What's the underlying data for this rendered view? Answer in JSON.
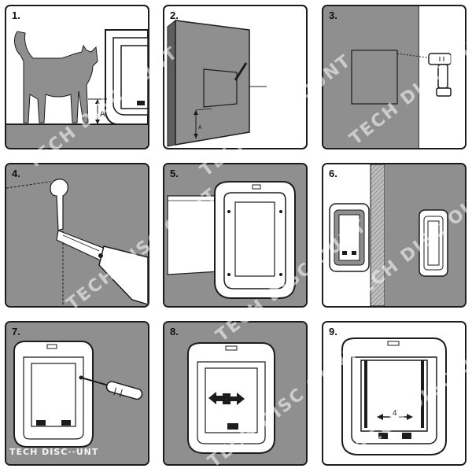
{
  "steps": [
    {
      "number": "1."
    },
    {
      "number": "2."
    },
    {
      "number": "3."
    },
    {
      "number": "4."
    },
    {
      "number": "5."
    },
    {
      "number": "6."
    },
    {
      "number": "7."
    },
    {
      "number": "8."
    },
    {
      "number": "9."
    }
  ],
  "labels": {
    "height_label_1": "A",
    "height_label_2": "A",
    "width_label": "4"
  },
  "watermark": {
    "text": "TECH DISC OUNT",
    "logo": "TECH DISC··UNT"
  },
  "colors": {
    "panel_gray": "#8f8f8f",
    "line": "#1c1c1c",
    "flap_white": "#ffffff"
  }
}
